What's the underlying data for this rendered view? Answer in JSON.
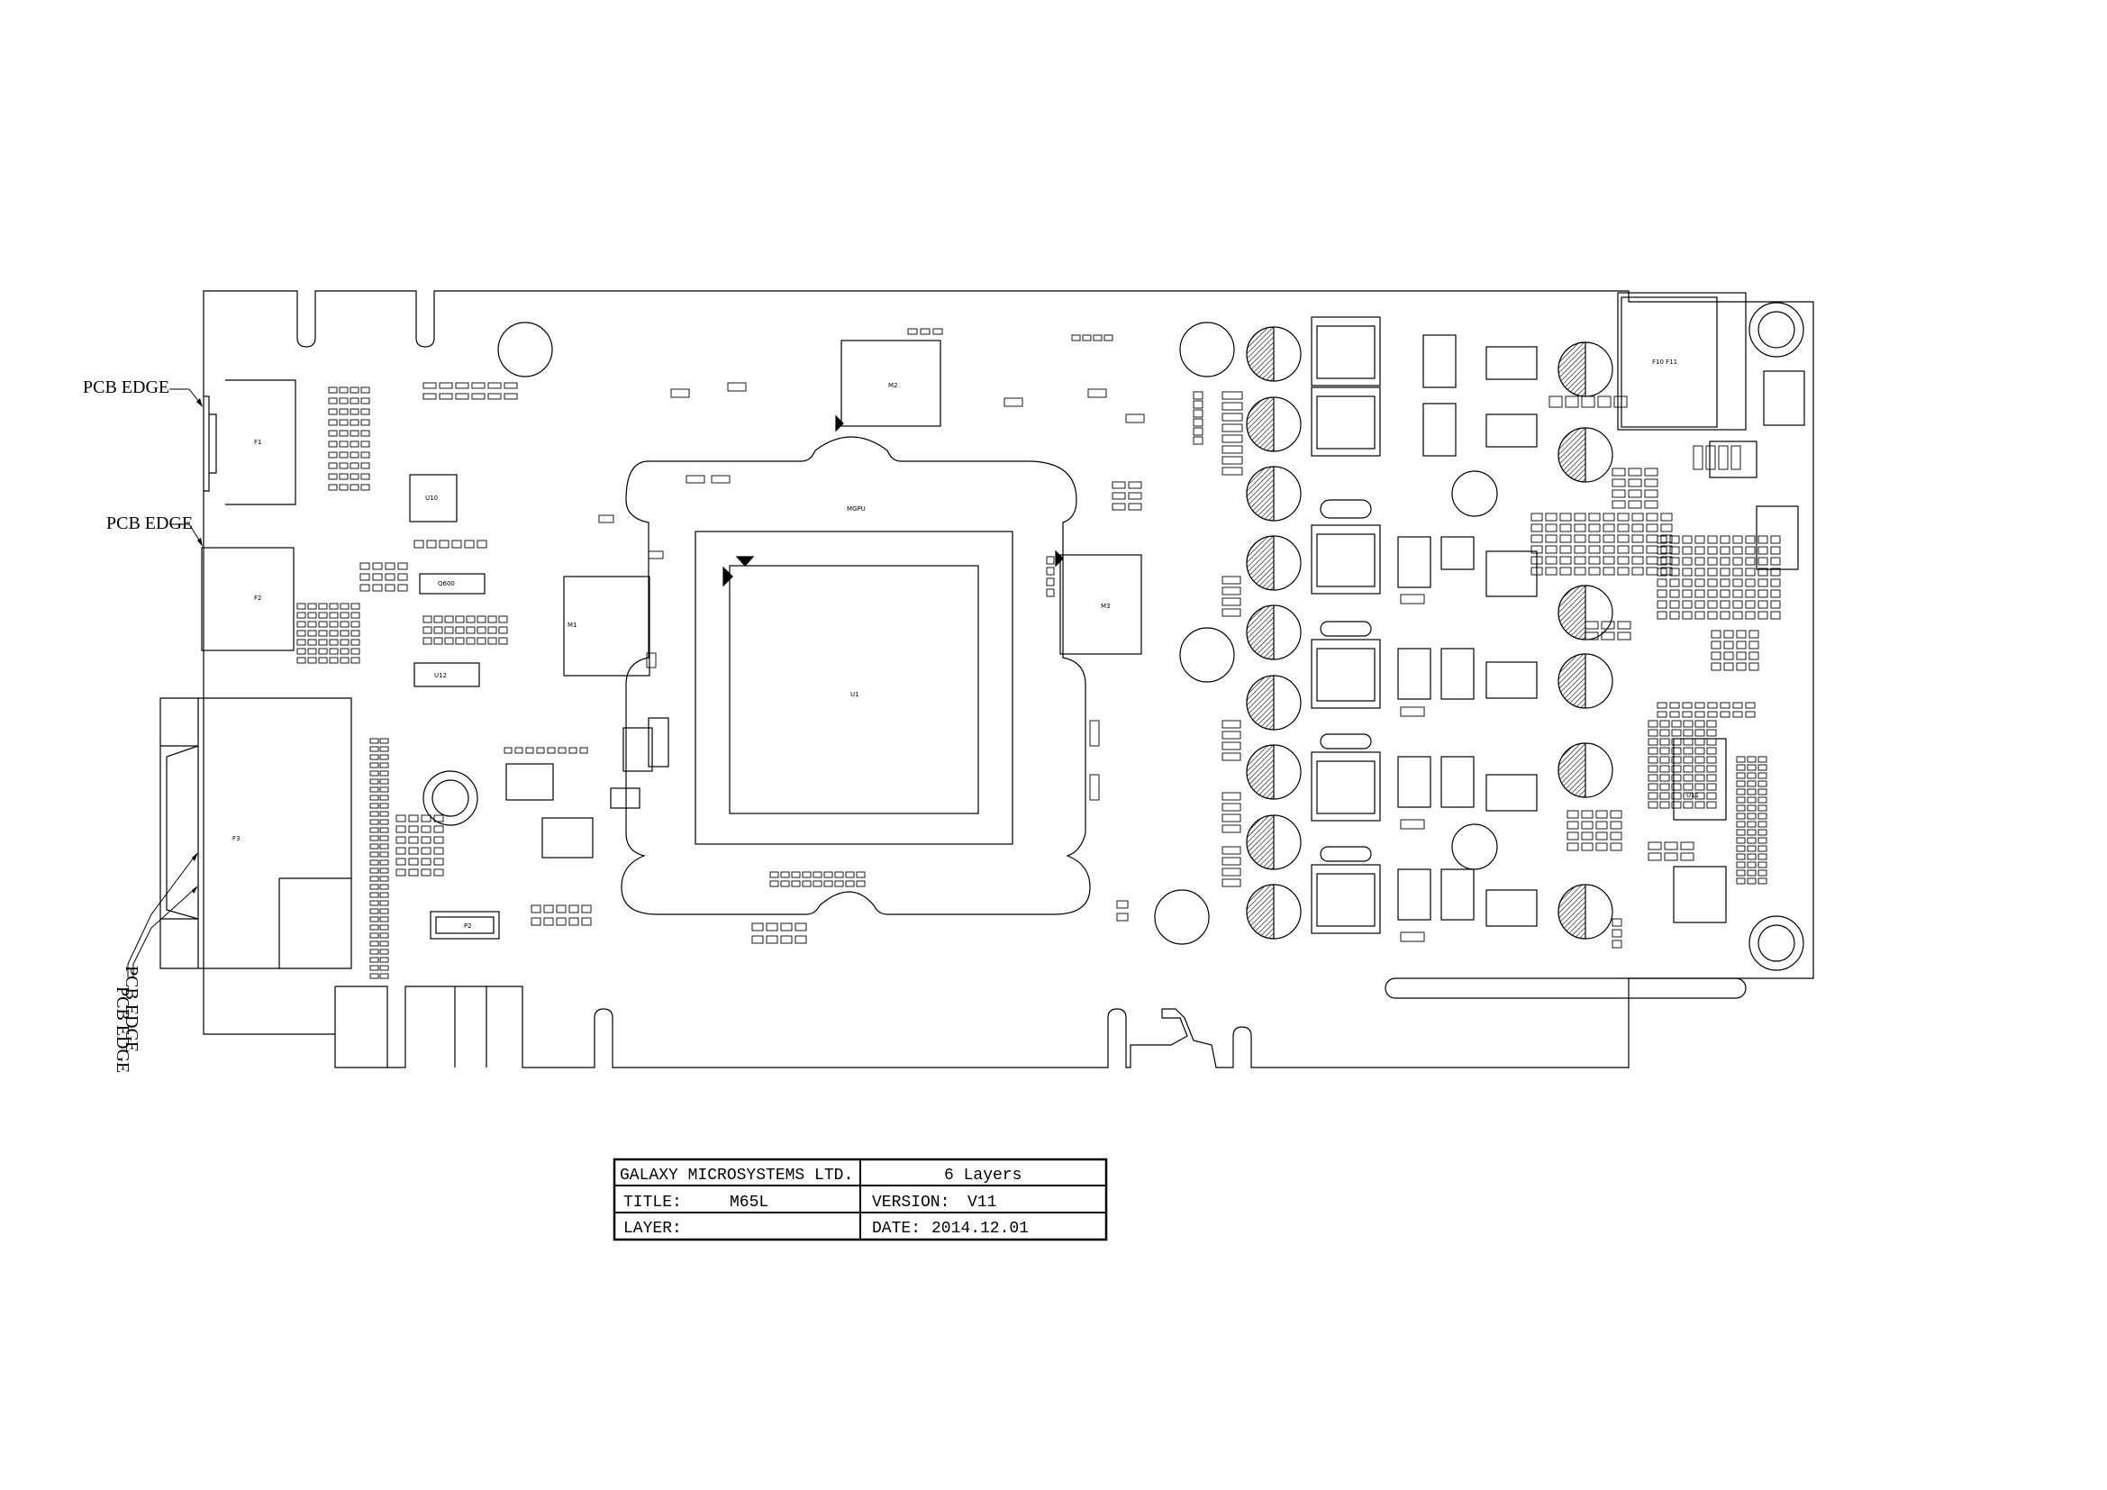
{
  "callouts": {
    "pcb_edge_top": "PCB EDGE",
    "pcb_edge_mid": "PCB EDGE",
    "pcb_edge_bottom_1": "PCB EDGE",
    "pcb_edge_bottom_2": "PCB EDGE"
  },
  "board_labels": {
    "f1": "F1",
    "f2": "F2",
    "f3": "F3",
    "gpu": "U1",
    "mem_left": "M1",
    "mem_top": "M2",
    "mem_right": "M3",
    "gpu_frame": "MGPU",
    "vrm_ic": "U11",
    "fuse": "F10  F11",
    "u10": "U10",
    "u12": "U12",
    "q600": "Q600",
    "jp": "P2"
  },
  "title_block": {
    "company": "GALAXY MICROSYSTEMS LTD.",
    "layers": "6 Layers",
    "title_label": "TITLE:",
    "title_value": "M65L",
    "version_label": "VERSION:",
    "version_value": "V11",
    "layer_label": "LAYER:",
    "date_label": "DATE:",
    "date_value": "2014.12.01"
  }
}
